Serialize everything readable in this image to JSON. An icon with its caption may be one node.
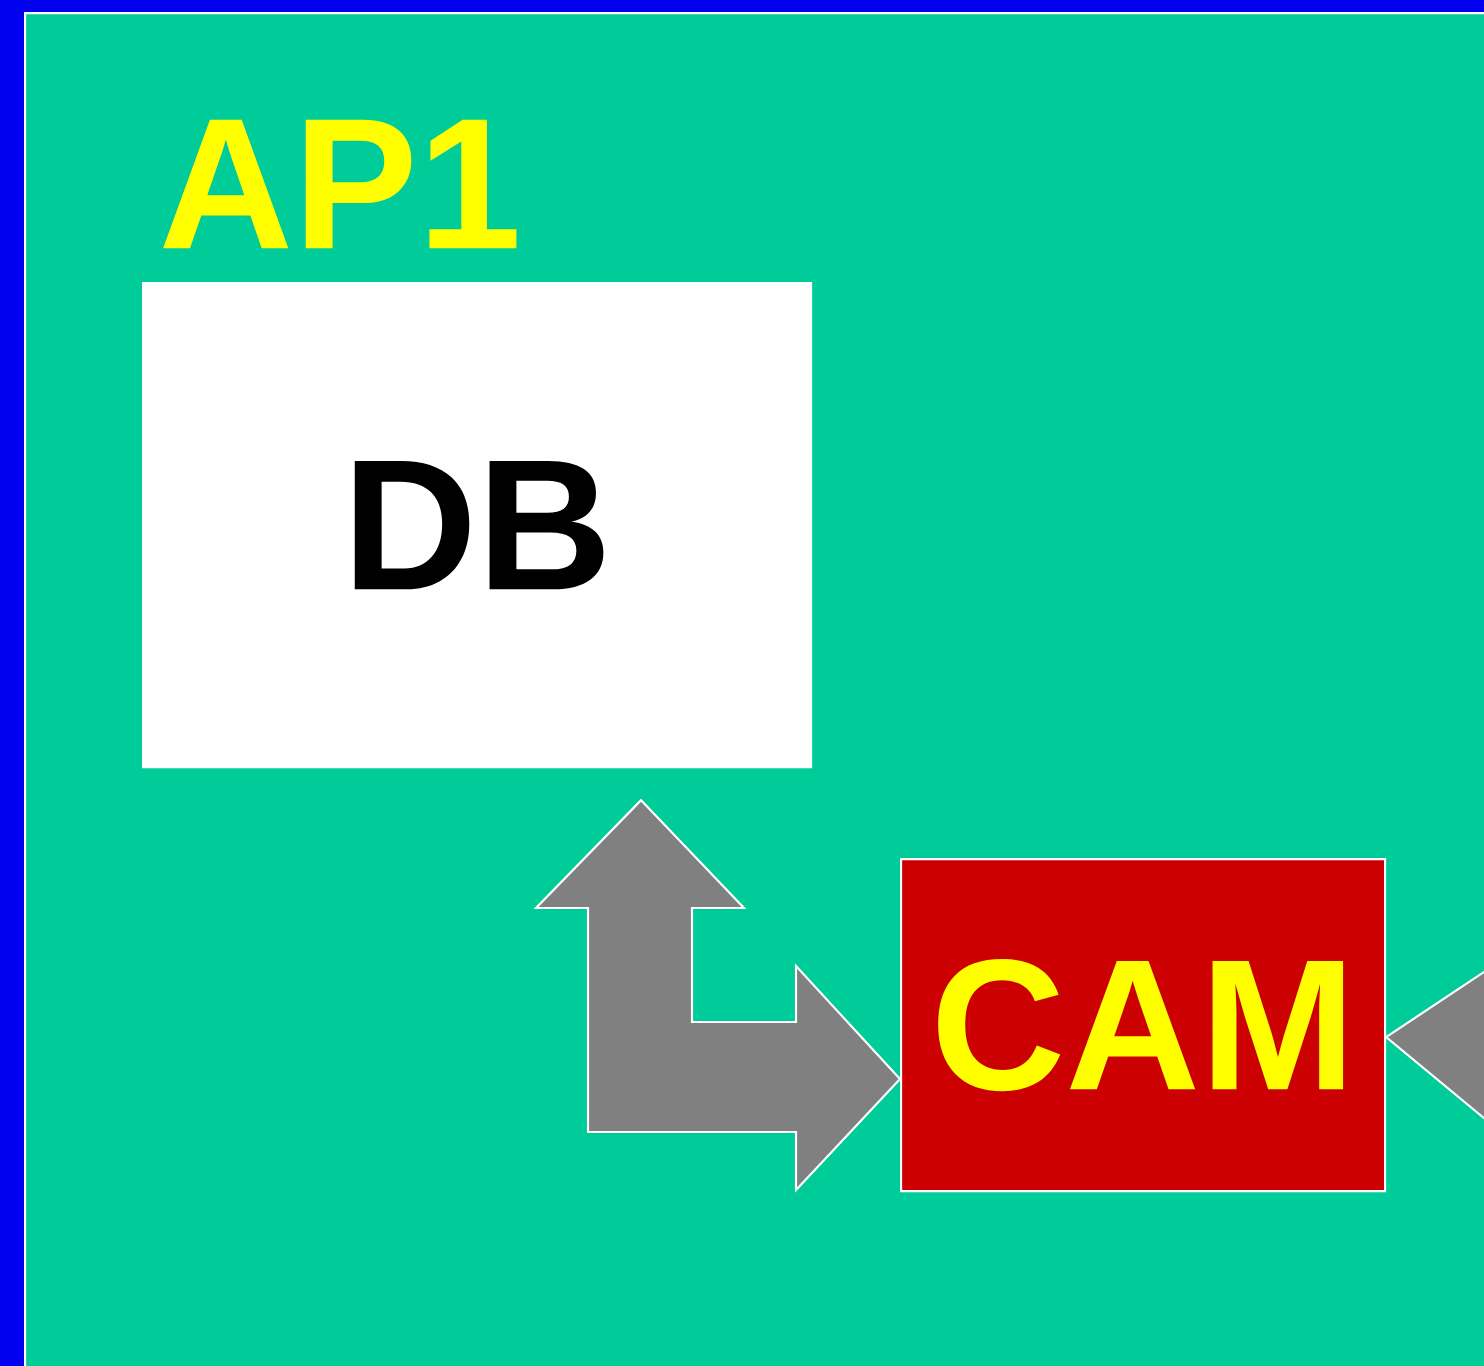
{
  "diagram": {
    "nodes": [
      {
        "text": [
          "AP1"
        ]
      },
      {
        "text": [
          "DB"
        ],
        "in": 0
      },
      {
        "text": [
          "CAM"
        ],
        "in": 0
      }
    ],
    "edges": [
      {
        "from": 1,
        "to": 2,
        "arrow": "both"
      },
      {
        "from": null,
        "to": 2,
        "arrow": "to"
      }
    ]
  }
}
